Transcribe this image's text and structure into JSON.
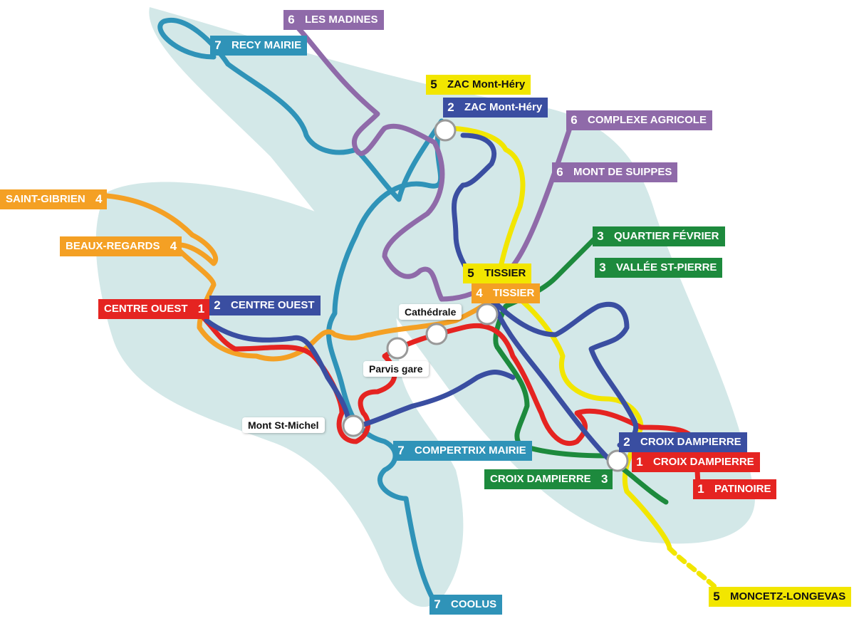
{
  "colors": {
    "line1": "#e52421",
    "line2": "#3a4ea1",
    "line3": "#1d8a3d",
    "line4": "#f4a024",
    "line5": "#f2e600",
    "line6": "#8f6aa9",
    "line7": "#2f93b8",
    "zone": "#d3e8e8"
  },
  "lines": [
    {
      "id": "1",
      "color": "line1"
    },
    {
      "id": "2",
      "color": "line2"
    },
    {
      "id": "3",
      "color": "line3"
    },
    {
      "id": "4",
      "color": "line4"
    },
    {
      "id": "5",
      "color": "line5"
    },
    {
      "id": "6",
      "color": "line6"
    },
    {
      "id": "7",
      "color": "line7"
    }
  ],
  "terminals": {
    "les_madines": {
      "line": "6",
      "name": "LES MADINES"
    },
    "recy_mairie": {
      "line": "7",
      "name": "RECY MAIRIE"
    },
    "zac_mont_hery_5": {
      "line": "5",
      "name": "ZAC Mont-Héry"
    },
    "zac_mont_hery_2": {
      "line": "2",
      "name": "ZAC Mont-Héry"
    },
    "complexe_agricole": {
      "line": "6",
      "name": "COMPLEXE AGRICOLE"
    },
    "mont_de_suippes": {
      "line": "6",
      "name": "MONT DE SUIPPES"
    },
    "saint_gibrien": {
      "line": "4",
      "name": "SAINT-GIBRIEN"
    },
    "beaux_regards": {
      "line": "4",
      "name": "BEAUX-REGARDS"
    },
    "quartier_fevrier": {
      "line": "3",
      "name": "QUARTIER FÉVRIER"
    },
    "vallee_st_pierre": {
      "line": "3",
      "name": "VALLÉE ST-PIERRE"
    },
    "tissier_5": {
      "line": "5",
      "name": "TISSIER"
    },
    "tissier_4": {
      "line": "4",
      "name": "TISSIER"
    },
    "centre_ouest_1": {
      "line": "1",
      "name": "CENTRE OUEST"
    },
    "centre_ouest_2": {
      "line": "2",
      "name": "CENTRE OUEST"
    },
    "compertrix_mairie": {
      "line": "7",
      "name": "COMPERTRIX MAIRIE"
    },
    "croix_dampierre_2": {
      "line": "2",
      "name": "CROIX DAMPIERRE"
    },
    "croix_dampierre_1": {
      "line": "1",
      "name": "CROIX DAMPIERRE"
    },
    "croix_dampierre_3": {
      "line": "3",
      "name": "CROIX DAMPIERRE"
    },
    "patinoire": {
      "line": "1",
      "name": "PATINOIRE"
    },
    "coolus": {
      "line": "7",
      "name": "COOLUS"
    },
    "moncetz_longevas": {
      "line": "5",
      "name": "MONCETZ-LONGEVAS"
    }
  },
  "stations": {
    "cathedrale": "Cathédrale",
    "parvis_gare": "Parvis gare",
    "mont_st_michel": "Mont St-Michel"
  }
}
